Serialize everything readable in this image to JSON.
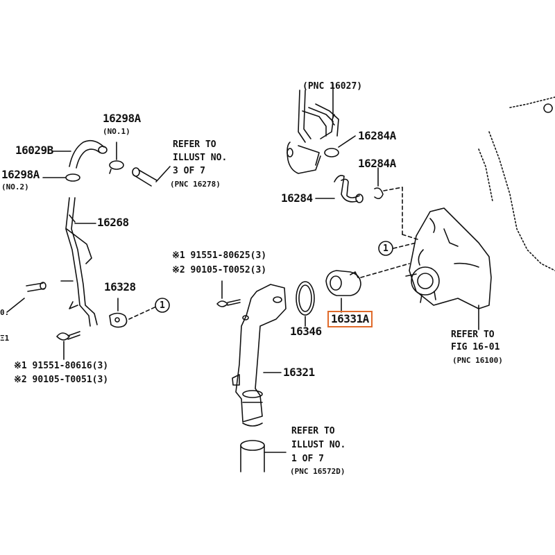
{
  "colors": {
    "line": "#111111",
    "highlight": "#e06a2a",
    "background": "#ffffff"
  },
  "icons": {
    "circled_one": "circle-1-icon",
    "note_mark": "reference-mark-icon"
  },
  "parts": {
    "p16029B": "16029B",
    "p16029BA_1": "16298A",
    "p16029BA_1_note": "(NO.1)",
    "p16029BA_2": "16298A",
    "p16029BA_2_note": "(NO.2)",
    "p16268": "16268",
    "p16328": "16328",
    "p16284": "16284",
    "p16284A_1": "16284A",
    "p16284A_2": "16284A",
    "p16346": "16346",
    "p16331A": "16331A",
    "p16321": "16321"
  },
  "refs": {
    "pnc16027": "(PNC 16027)",
    "ref3": {
      "line1": "REFER TO",
      "line2": "ILLUST NO.",
      "line3": "3 OF 7",
      "pnc": "(PNC 16278)"
    },
    "ref1": {
      "line1": "REFER TO",
      "line2": "ILLUST NO.",
      "line3": "1 OF 7",
      "pnc": "(PNC 16572D)"
    },
    "fig": {
      "line1": "REFER TO",
      "line2": "FIG 16-01",
      "pnc": "(PNC 16100)"
    }
  },
  "bolts": {
    "left_1": "※1 91551-80616(3)",
    "left_2": "※2 90105-T0051(3)",
    "right_1": "※1 91551-80625(3)",
    "right_2": "※2 90105-T0052(3)"
  },
  "edge": {
    "left_a": "0.",
    "left_b": "Ξ1"
  },
  "markers": {
    "circle_one": "1"
  }
}
